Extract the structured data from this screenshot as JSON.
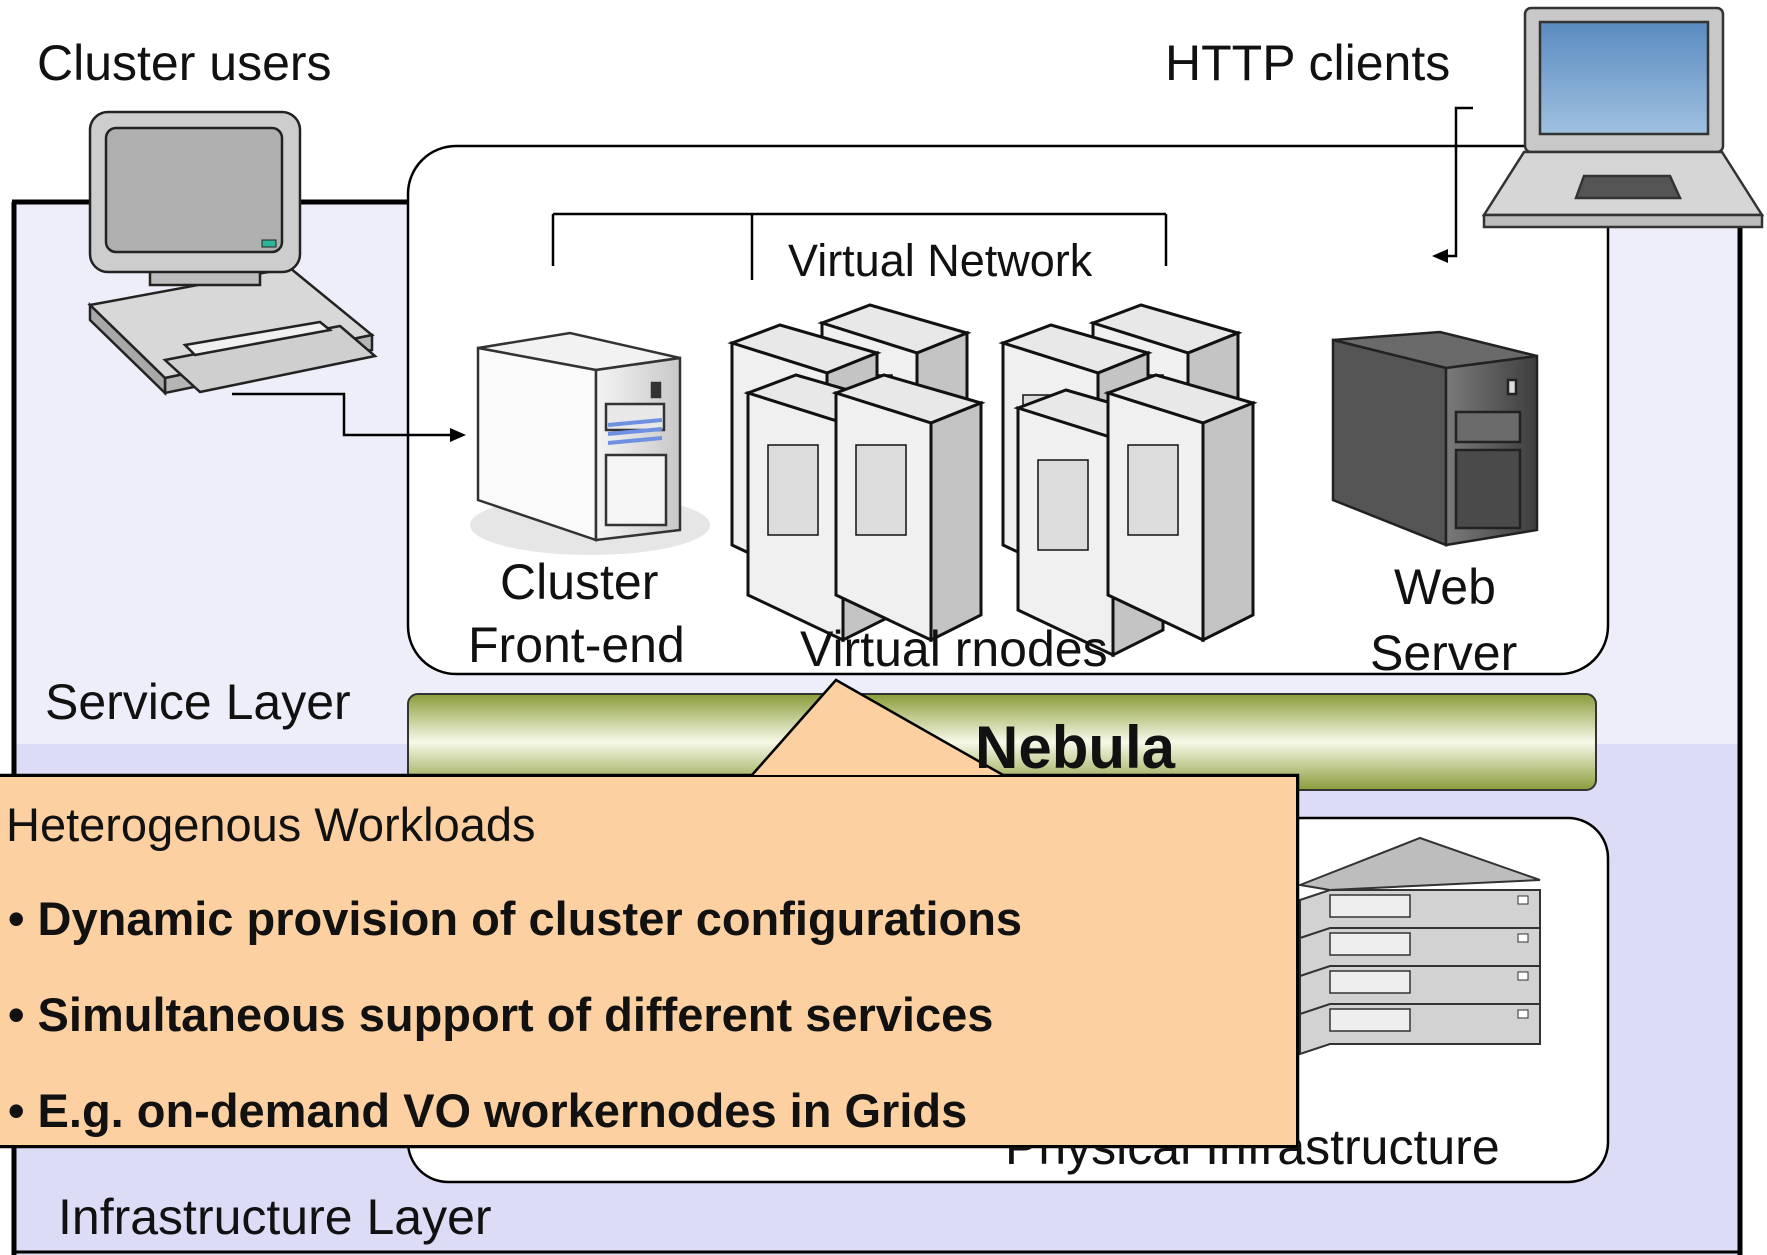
{
  "labels": {
    "cluster_users": "Cluster users",
    "http_clients": "HTTP clients",
    "virtual_network": "Virtual Network",
    "cluster_frontend_line1": "Cluster",
    "cluster_frontend_line2": "Front-end",
    "virtual_nodes": "Virtual rnodes",
    "web_server_line1": "Web",
    "web_server_line2": "Server",
    "service_layer": "Service Layer",
    "nebula": "Nebula",
    "physical_infrastructure": "Physical Infrastructure",
    "infrastructure_layer": "Infrastructure Layer"
  },
  "callout": {
    "heading": "Heterogenous Workloads",
    "bullet_char": "•",
    "bullets": [
      "Dynamic provision of cluster configurations",
      "Simultaneous support of different services",
      "E.g. on-demand VO workernodes in Grids"
    ]
  },
  "colors": {
    "service_layer_bg": "#eeeefb",
    "infra_layer_bg": "#dcdcf6",
    "callout_bg": "#fdd0a2",
    "nebula_bar_dark": "#8a9c3a",
    "nebula_bar_light": "#f7f9e8",
    "server_dark": "#555555",
    "server_light": "#e4e4e4"
  },
  "icons": [
    "desktop-computer-icon",
    "laptop-icon",
    "front-end-server-icon",
    "virtual-node-server-icon",
    "web-server-icon",
    "rack-server-icon"
  ]
}
